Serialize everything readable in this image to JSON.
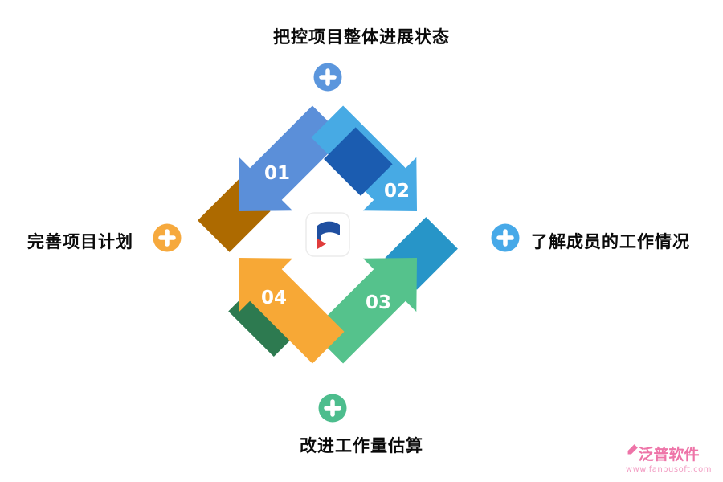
{
  "labels": {
    "top": "把控项目整体进展状态",
    "right": "了解成员的工作情况",
    "bottom": "改进工作量估算",
    "left": "完善项目计划"
  },
  "cycle": {
    "steps": [
      {
        "number": "01",
        "color": "#5b8fd9"
      },
      {
        "number": "02",
        "color": "#47aae4"
      },
      {
        "number": "03",
        "color": "#55c28c"
      },
      {
        "number": "04",
        "color": "#f7a836"
      }
    ],
    "folds": {
      "top_vertex": "#1b5cb0",
      "left_vertex": "#ad6a00",
      "right_vertex": "#2795c8",
      "bottom_vertex": "#2d7a50"
    }
  },
  "center_logo": {
    "blue": "#1f4fa0",
    "red": "#e03c3c"
  },
  "plus_icons": {
    "top": "#5b96dd",
    "right": "#47a9e8",
    "bottom": "#4dbd8d",
    "left": "#f6a93d"
  },
  "watermark": {
    "brand": "泛普软件",
    "url": "www.fanpusoft.com",
    "color": "#ee74a8"
  }
}
